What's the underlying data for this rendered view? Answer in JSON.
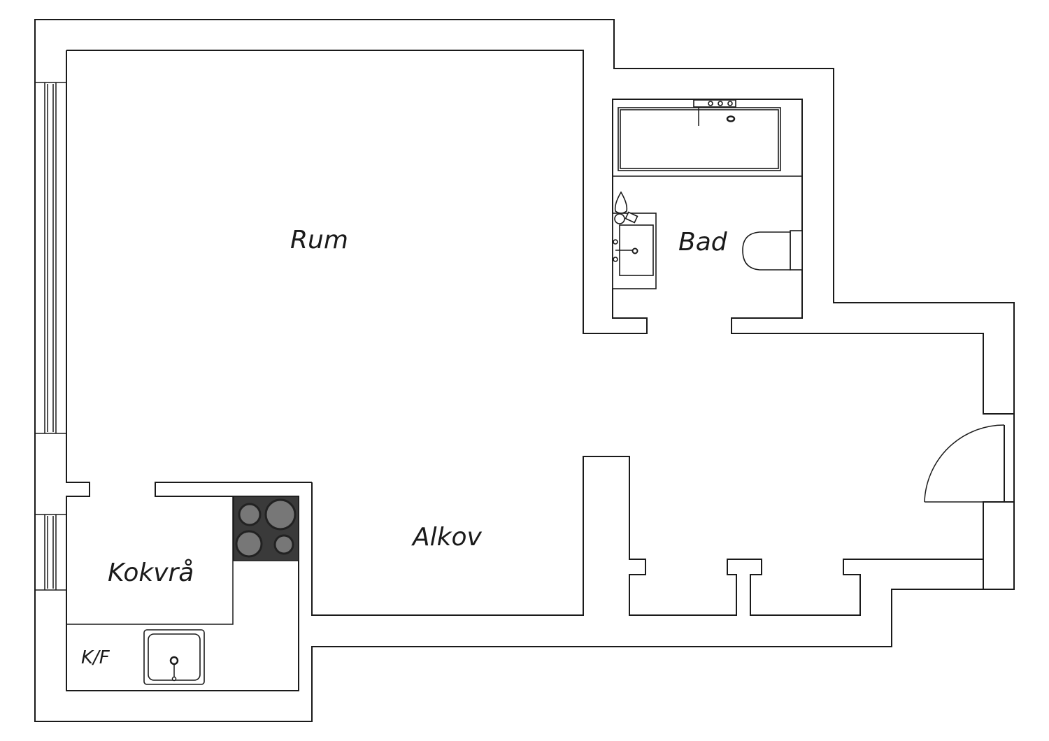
{
  "rooms": {
    "rum": "Rum",
    "bad": "Bad",
    "alkov": "Alkov",
    "kokvra": "Kokvrå",
    "kf": "K/F"
  },
  "colors": {
    "wall": "#1a1a1a",
    "stove_top": "#3a3a3a",
    "burner": "#777777",
    "background": "#ffffff"
  }
}
